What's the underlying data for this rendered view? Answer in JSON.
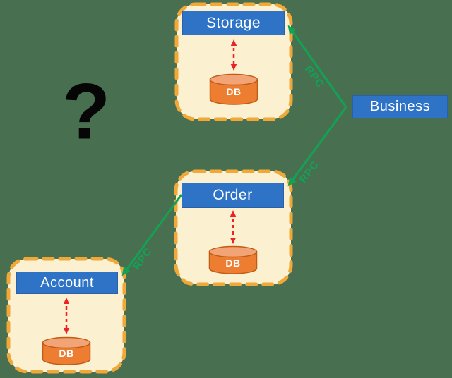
{
  "diagram_title": "microservices-rpc-architecture",
  "question_mark": "?",
  "business": {
    "label": "Business"
  },
  "services": [
    {
      "name": "Storage",
      "db": "DB"
    },
    {
      "name": "Order",
      "db": "DB"
    },
    {
      "name": "Account",
      "db": "DB"
    }
  ],
  "connections": [
    {
      "from": "Business",
      "to": "Storage",
      "label": "RPC"
    },
    {
      "from": "Business",
      "to": "Order",
      "label": "RPC"
    },
    {
      "from": "Order",
      "to": "Account",
      "label": "RPC"
    }
  ],
  "colors": {
    "background": "#487050",
    "panel_fill": "#FBF0CF",
    "panel_border": "#F0A838",
    "header_blue": "#2E73C6",
    "header_border": "#2B5FA8",
    "db_body": "#ED7D31",
    "db_top": "#F2A477",
    "db_border": "#C05B13",
    "rpc_green": "#12A256",
    "arrow_red": "#EE2125",
    "question_black": "#060606",
    "text_white": "#FFFFFF"
  }
}
